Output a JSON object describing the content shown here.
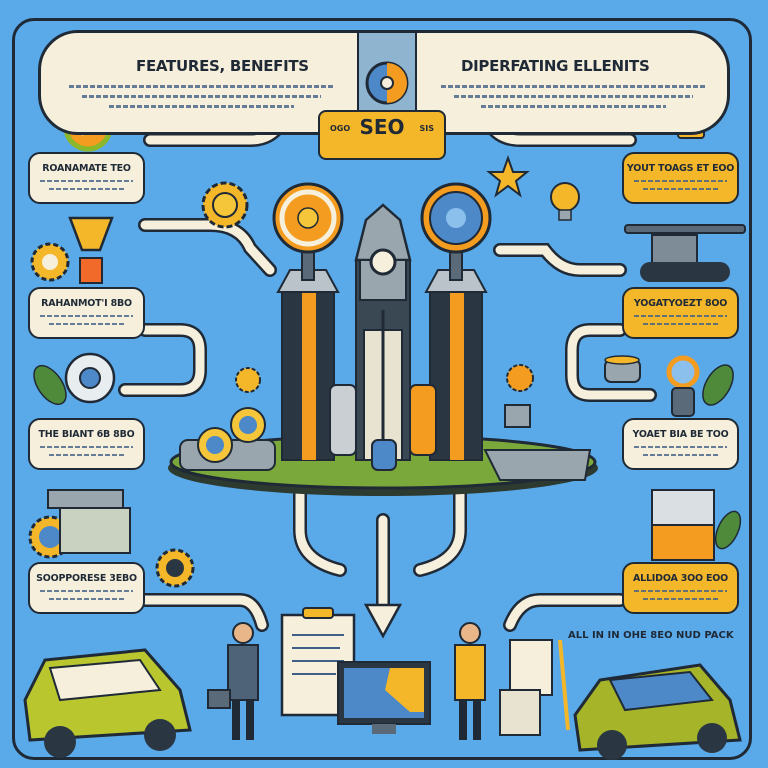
{
  "colors": {
    "background": "#5aaaea",
    "card_cream": "#f6efdc",
    "card_yellow": "#f5b72a",
    "outline": "#1f2a36",
    "accent_orange": "#f39c1f",
    "grass": "#7aa83a"
  },
  "header": {
    "left_title": "FEATURES, BENEFITS",
    "right_title": "DIPERFATING ELLENITS",
    "center_icon": "target-icon"
  },
  "seo_box": {
    "title": "SEO",
    "left_tag": "OGO",
    "right_tag": "SIS"
  },
  "left_cards": [
    {
      "title": "ROANAMATE TEO"
    },
    {
      "title": "RAHANMOT'I 8BO"
    },
    {
      "title": "THE BIANT 6B 8BO"
    },
    {
      "title": "SOOPPORESE 3EBO"
    }
  ],
  "right_cards": [
    {
      "title": "YOUT TOAGS ET EOO"
    },
    {
      "title": "YOGATYOEZT 8OO"
    },
    {
      "title": "YOAET BIA BE TOO"
    },
    {
      "title": "ALLIDOA 3OO EOO"
    }
  ],
  "bottom_tagline": "ALL IN IN OHE 8EO NUD PACK",
  "icons": [
    "gear-icon",
    "lightbulb-icon",
    "star-icon",
    "trophy-icon",
    "coin-stack-icon",
    "rocket-icon",
    "magnifier-icon",
    "clipboard-icon",
    "monitor-icon",
    "car-icon",
    "person-icon"
  ]
}
